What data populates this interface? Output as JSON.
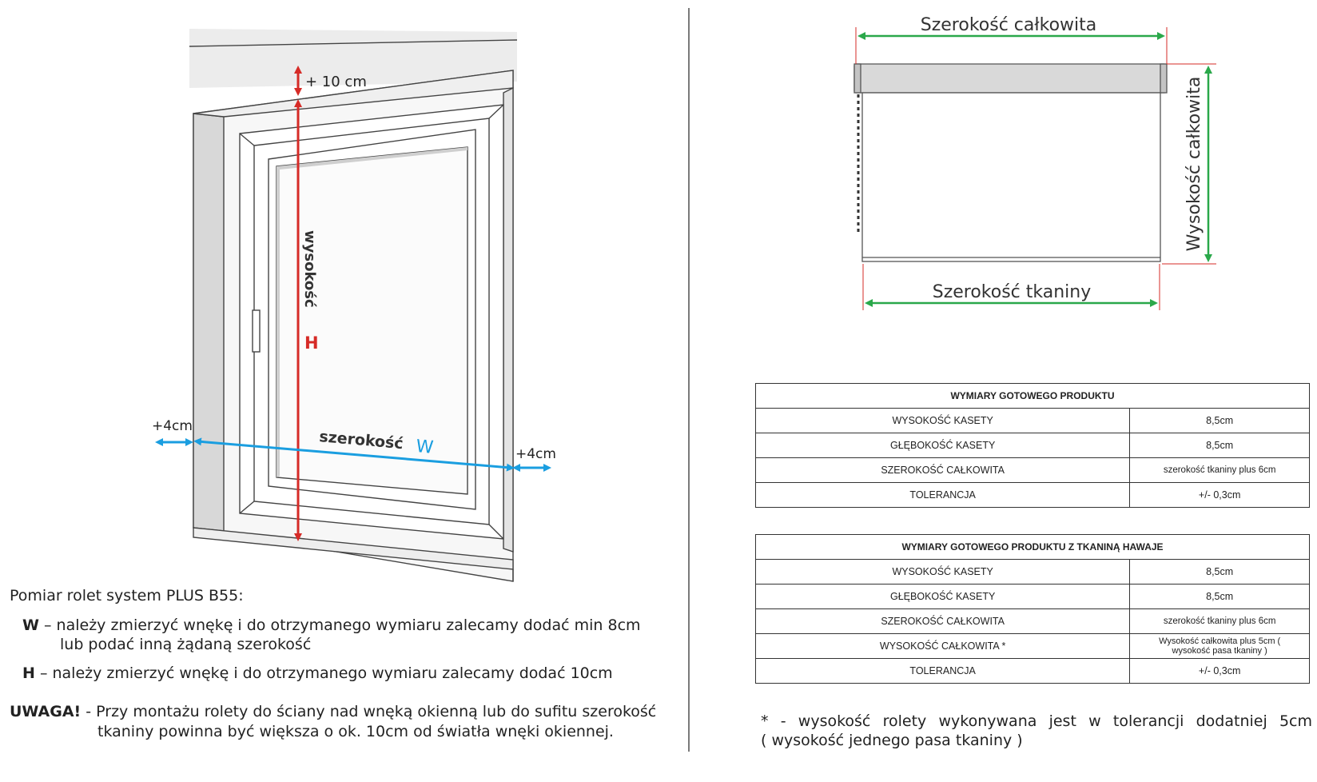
{
  "window_diagram": {
    "plus_top": "+ 10 cm",
    "height_word": "wysokość",
    "height_letter": "H",
    "width_word": "szerokość",
    "width_letter": "W",
    "plus_left": "+4cm",
    "plus_right": "+4cm",
    "colors": {
      "height_arrow": "#d62b27",
      "width_arrow": "#1a9ee0",
      "dim_arrow": "#2aa84a"
    }
  },
  "blind_diagram": {
    "total_width": "Szerokość całkowita",
    "total_height": "Wysokość całkowita",
    "fabric_width": "Szerokość tkaniny"
  },
  "description": {
    "title": "Pomiar rolet system PLUS B55:",
    "w_label": "W",
    "w_text_1": " – należy zmierzyć wnękę i do otrzymanego wymiaru zalecamy dodać min 8cm",
    "w_text_2": "lub podać inną żądaną szerokość",
    "h_label": "H",
    "h_text": " – należy zmierzyć wnękę i do otrzymanego wymiaru zalecamy dodać 10cm",
    "warning_label": "UWAGA!",
    "warning_text_1": " - Przy montażu rolety do ściany nad wnęką okienną lub do sufitu szerokość",
    "warning_text_2": "tkaniny powinna być większa o ok. 10cm od światła wnęki okiennej."
  },
  "table1": {
    "title": "WYMIARY GOTOWEGO  PRODUKTU",
    "rows": [
      {
        "label": "WYSOKOŚĆ KASETY",
        "value": "8,5cm"
      },
      {
        "label": "GŁĘBOKOŚĆ KASETY",
        "value": "8,5cm"
      },
      {
        "label": "SZEROKOŚĆ CAŁKOWITA",
        "value": "szerokość tkaniny plus 6cm"
      },
      {
        "label": "TOLERANCJA",
        "value": "+/- 0,3cm"
      }
    ]
  },
  "table2": {
    "title": "WYMIARY GOTOWEGO  PRODUKTU Z TKANINĄ HAWAJE",
    "rows": [
      {
        "label": "WYSOKOŚĆ KASETY",
        "value": "8,5cm"
      },
      {
        "label": "GŁĘBOKOŚĆ KASETY",
        "value": "8,5cm"
      },
      {
        "label": "SZEROKOŚĆ CAŁKOWITA",
        "value": "szerokość tkaniny plus 6cm"
      },
      {
        "label": "WYSOKOŚĆ CAŁKOWITA *",
        "value_1": "Wysokość całkowita plus 5cm (",
        "value_2": "wysokość pasa tkaniny )"
      },
      {
        "label": "TOLERANCJA",
        "value": "+/- 0,3cm"
      }
    ]
  },
  "footnote": {
    "line_1": "* - wysokość rolety wykonywana jest w tolerancji dodatniej 5cm",
    "line_2": "( wysokość jednego pasa tkaniny )"
  }
}
